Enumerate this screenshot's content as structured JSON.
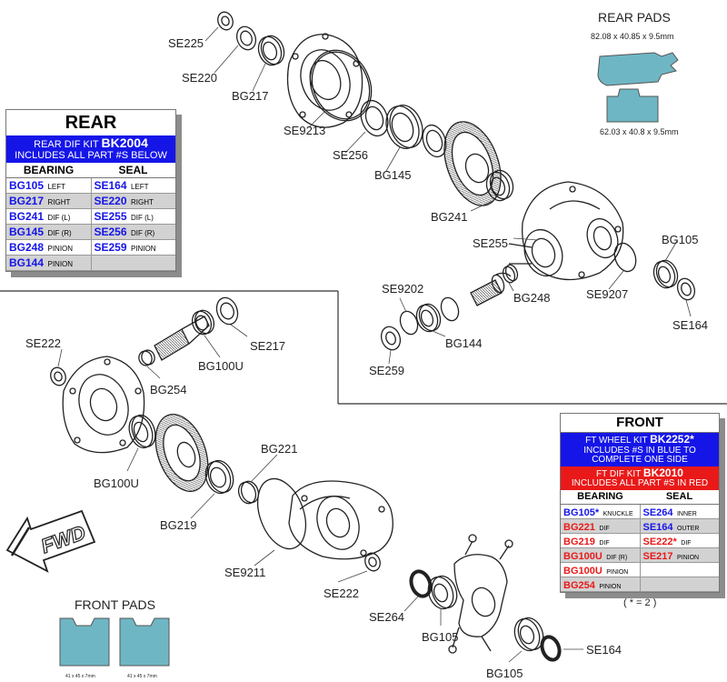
{
  "rear_pads": {
    "title": "REAR PADS",
    "dim_1": "82.08 x 40.85 x 9.5mm",
    "dim_2": "62.03 x 40.8 x 9.5mm",
    "pad_color": "#6fb6c4"
  },
  "front_pads": {
    "title": "FRONT PADS",
    "dim_1": "41 x 45 x 7mm",
    "dim_2": "41 x 45 x 7mm",
    "pad_color": "#6fb6c4"
  },
  "fwd_label": "FWD",
  "callouts": {
    "se225": "SE225",
    "se220": "SE220",
    "bg217": "BG217",
    "se9213": "SE9213",
    "se256": "SE256",
    "bg145": "BG145",
    "bg241": "BG241",
    "se255": "SE255",
    "bg105_rear": "BG105",
    "se9202": "SE9202",
    "bg248": "BG248",
    "se9207": "SE9207",
    "se164_rear": "SE164",
    "bg144": "BG144",
    "se259": "SE259",
    "se222_left": "SE222",
    "se217": "SE217",
    "bg100u_top": "BG100U",
    "bg254": "BG254",
    "bg221": "BG221",
    "bg100u_left": "BG100U",
    "bg219": "BG219",
    "se9211": "SE9211",
    "se222_bottom": "SE222",
    "se264": "SE264",
    "bg105_mid": "BG105",
    "se164_front": "SE164",
    "bg105_bottom": "BG105"
  },
  "rear_kit": {
    "title": "REAR",
    "kit_line_prefix": "REAR DIF KIT ",
    "kit_number": "BK2004",
    "includes": "INCLUDES ALL PART #S BELOW",
    "col_bearing": "BEARING",
    "col_seal": "SEAL",
    "rows": [
      {
        "bearing": "BG105",
        "bearing_loc": "LEFT",
        "seal": "SE164",
        "seal_loc": "LEFT"
      },
      {
        "bearing": "BG217",
        "bearing_loc": "RIGHT",
        "seal": "SE220",
        "seal_loc": "RIGHT"
      },
      {
        "bearing": "BG241",
        "bearing_loc": "DIF (L)",
        "seal": "SE255",
        "seal_loc": "DIF (L)"
      },
      {
        "bearing": "BG145",
        "bearing_loc": "DIF (R)",
        "seal": "SE256",
        "seal_loc": "DIF (R)"
      },
      {
        "bearing": "BG248",
        "bearing_loc": "PINION",
        "seal": "SE259",
        "seal_loc": "PINION"
      },
      {
        "bearing": "BG144",
        "bearing_loc": "PINION",
        "seal": "",
        "seal_loc": ""
      }
    ]
  },
  "front_kit": {
    "title": "FRONT",
    "wheel_kit_prefix": "FT WHEEL KIT ",
    "wheel_kit_number": "BK2252*",
    "wheel_kit_note_1": "INCLUDES #S IN BLUE TO",
    "wheel_kit_note_2": "COMPLETE ONE SIDE",
    "dif_kit_prefix": "FT DIF KIT ",
    "dif_kit_number": "BK2010",
    "dif_kit_note": "INCLUDES ALL PART #S IN RED",
    "col_bearing": "BEARING",
    "col_seal": "SEAL",
    "rows": [
      {
        "bearing": "BG105*",
        "bearing_loc": "KNUCKLE",
        "bearing_color": "blue",
        "seal": "SE264",
        "seal_loc": "INNER",
        "seal_color": "blue"
      },
      {
        "bearing": "BG221",
        "bearing_loc": "DIF",
        "bearing_color": "red",
        "seal": "SE164",
        "seal_loc": "OUTER",
        "seal_color": "blue"
      },
      {
        "bearing": "BG219",
        "bearing_loc": "DIF",
        "bearing_color": "red",
        "seal": "SE222*",
        "seal_loc": "DIF",
        "seal_color": "red"
      },
      {
        "bearing": "BG100U",
        "bearing_loc": "DIF (R)",
        "bearing_color": "red",
        "seal": "SE217",
        "seal_loc": "PINION",
        "seal_color": "red"
      },
      {
        "bearing": "BG100U",
        "bearing_loc": "PINION",
        "bearing_color": "red",
        "seal": "",
        "seal_loc": "",
        "seal_color": "red"
      },
      {
        "bearing": "BG254",
        "bearing_loc": "PINION",
        "bearing_color": "red",
        "seal": "",
        "seal_loc": "",
        "seal_color": "red"
      }
    ],
    "footnote": "( * = 2 )"
  },
  "colors": {
    "blue": "#1515e8",
    "red": "#e91919",
    "pad": "#6fb6c4"
  }
}
